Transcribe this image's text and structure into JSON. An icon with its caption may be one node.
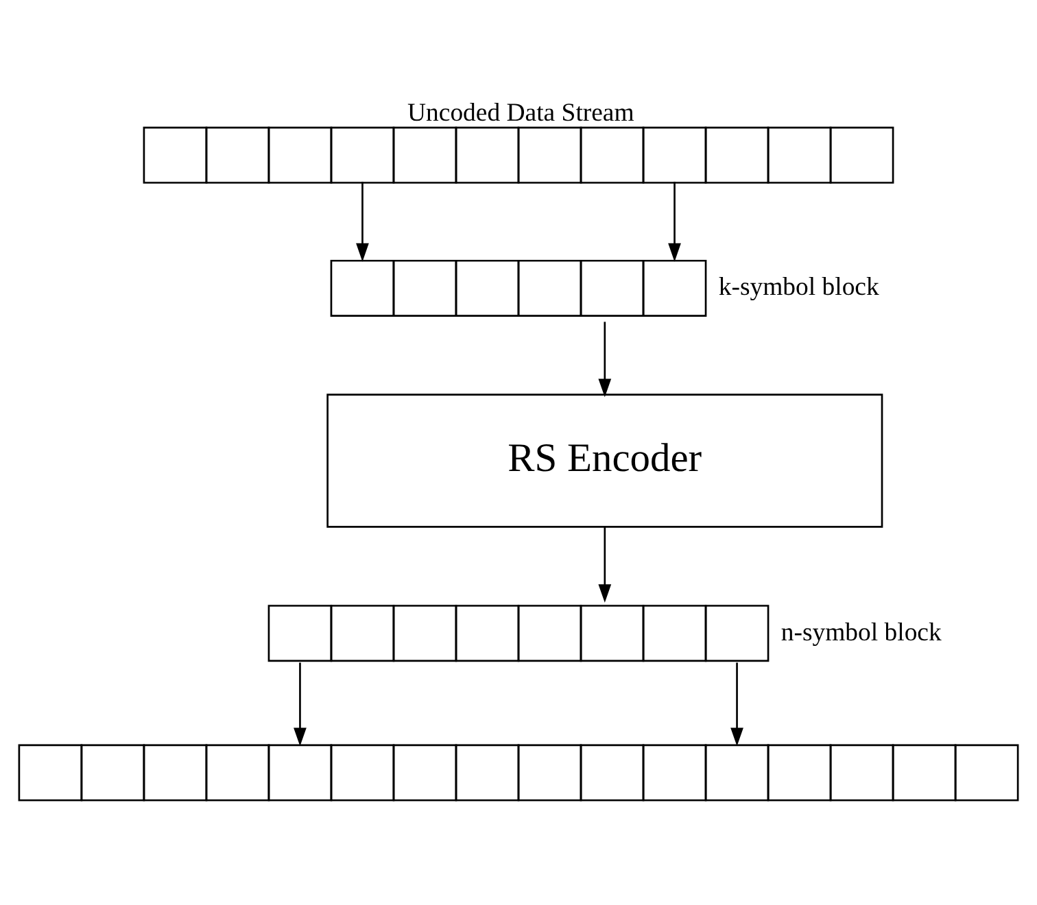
{
  "diagram": {
    "nodes": [
      {
        "text": [
          "Uncoded Data Stream"
        ]
      },
      {
        "text": [],
        "shape": "bar",
        "beside": [
          "k-symbol block"
        ]
      },
      {
        "text": [
          "RS Encoder"
        ]
      },
      {
        "text": [],
        "shape": "bar",
        "beside": [
          "n-symbol block"
        ]
      },
      {
        "text": [],
        "shape": "bar"
      }
    ],
    "edges": [
      {
        "from": 0,
        "to": 1,
        "arrow": "to"
      },
      {
        "from": 0,
        "to": 1,
        "arrow": "to"
      },
      {
        "from": 1,
        "to": 2,
        "arrow": "to"
      },
      {
        "from": 2,
        "to": 3,
        "arrow": "to"
      },
      {
        "from": 3,
        "to": 4,
        "arrow": "to"
      },
      {
        "from": 3,
        "to": 4,
        "arrow": "to"
      }
    ]
  }
}
